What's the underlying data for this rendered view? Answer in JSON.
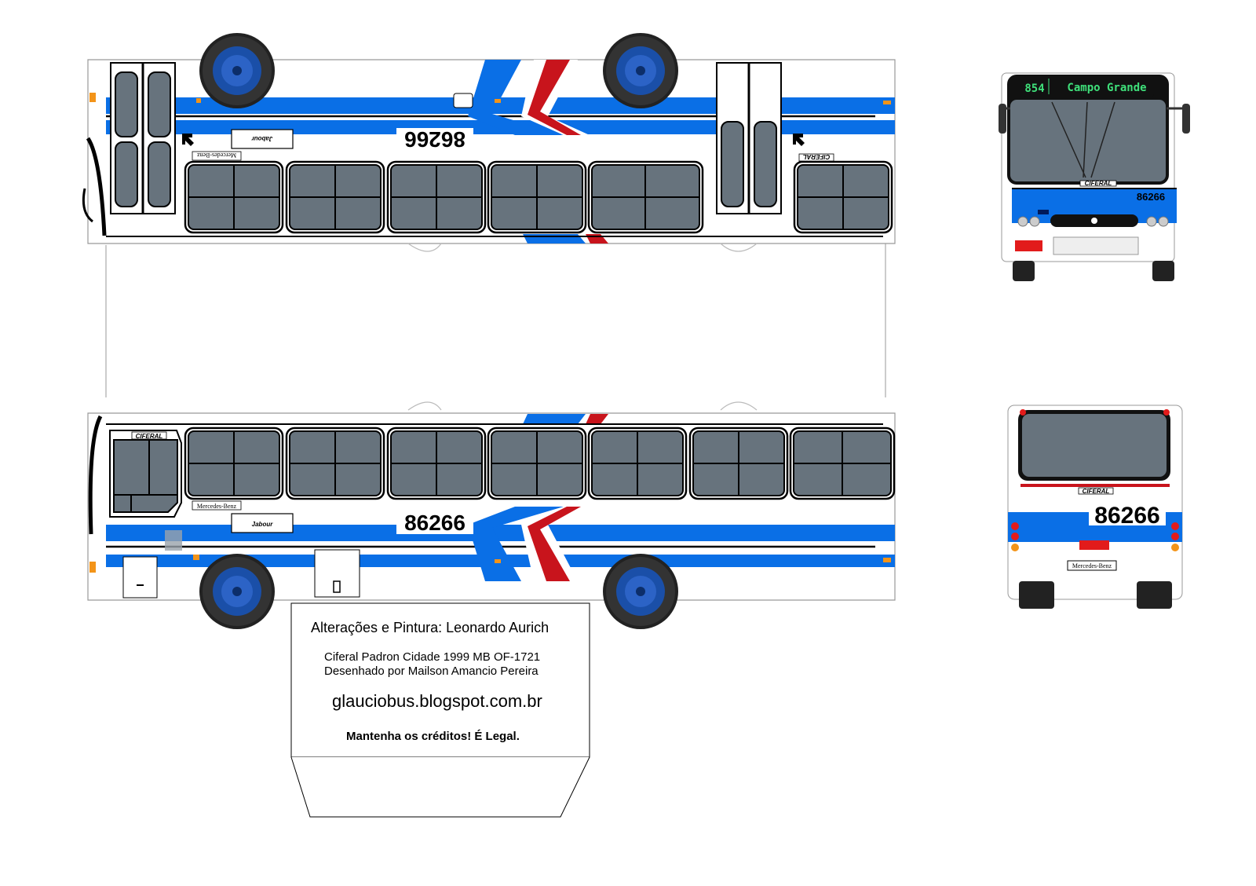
{
  "bus": {
    "fleet_number": "86266",
    "fleet_number_mirrored": "86266",
    "body_brand": "CIFERAL",
    "chassis_brand": "Mercedes-Benz",
    "operator_logo": "Jabour",
    "route_number": "854",
    "destination": "Campo Grande"
  },
  "credits": {
    "line1": "Alterações e Pintura: Leonardo Aurich",
    "line2": "Ciferal Padron Cidade 1999  MB OF-1721",
    "line3": "Desenhado por Mailson Amancio Pereira",
    "site": "glauciobus.blogspot.com.br",
    "note": "Mantenha os créditos! É Legal."
  },
  "colors": {
    "livery_blue": "#0a6fe6",
    "livery_red": "#c8141c",
    "glass": "#67737d",
    "body": "#ffffff",
    "sign_text": "#3fe07a"
  }
}
